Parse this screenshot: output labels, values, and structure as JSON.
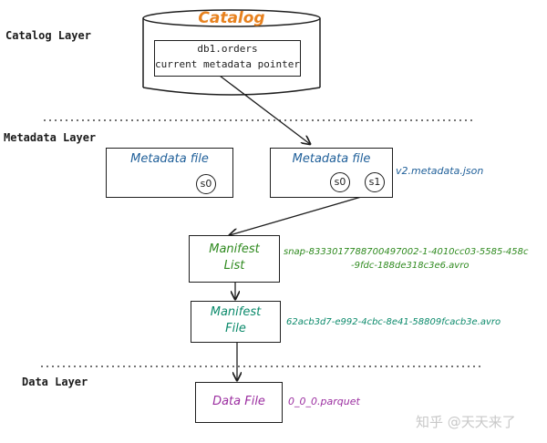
{
  "layers": {
    "catalog": "Catalog Layer",
    "metadata": "Metadata Layer",
    "data": "Data Layer"
  },
  "catalog": {
    "title": "Catalog",
    "table": "db1.orders",
    "pointer": "current metadata pointer"
  },
  "metadata_old": {
    "title": "Metadata file",
    "snapshots": [
      "s0"
    ]
  },
  "metadata_current": {
    "title": "Metadata file",
    "snapshots": [
      "s0",
      "s1"
    ],
    "filename": "v2.metadata.json"
  },
  "manifest_list": {
    "title_line1": "Manifest",
    "title_line2": "List",
    "filename_line1": "snap-8333017788700497002-1-4010cc03-5585-458c",
    "filename_line2": "-9fdc-188de318c3e6.avro"
  },
  "manifest_file": {
    "title_line1": "Manifest",
    "title_line2": "File",
    "filename": "62acb3d7-e992-4cbc-8e41-58809fcacb3e.avro"
  },
  "data_file": {
    "title": "Data File",
    "filename": "0_0_0.parquet"
  },
  "watermark": "知乎 @天天来了",
  "colors": {
    "catalog_title": "#e8821f",
    "metadata": "#1f5f99",
    "manifest": "#2f8a1f",
    "manifest_file": "#0b8a6b",
    "data_file": "#9b2ea0"
  }
}
